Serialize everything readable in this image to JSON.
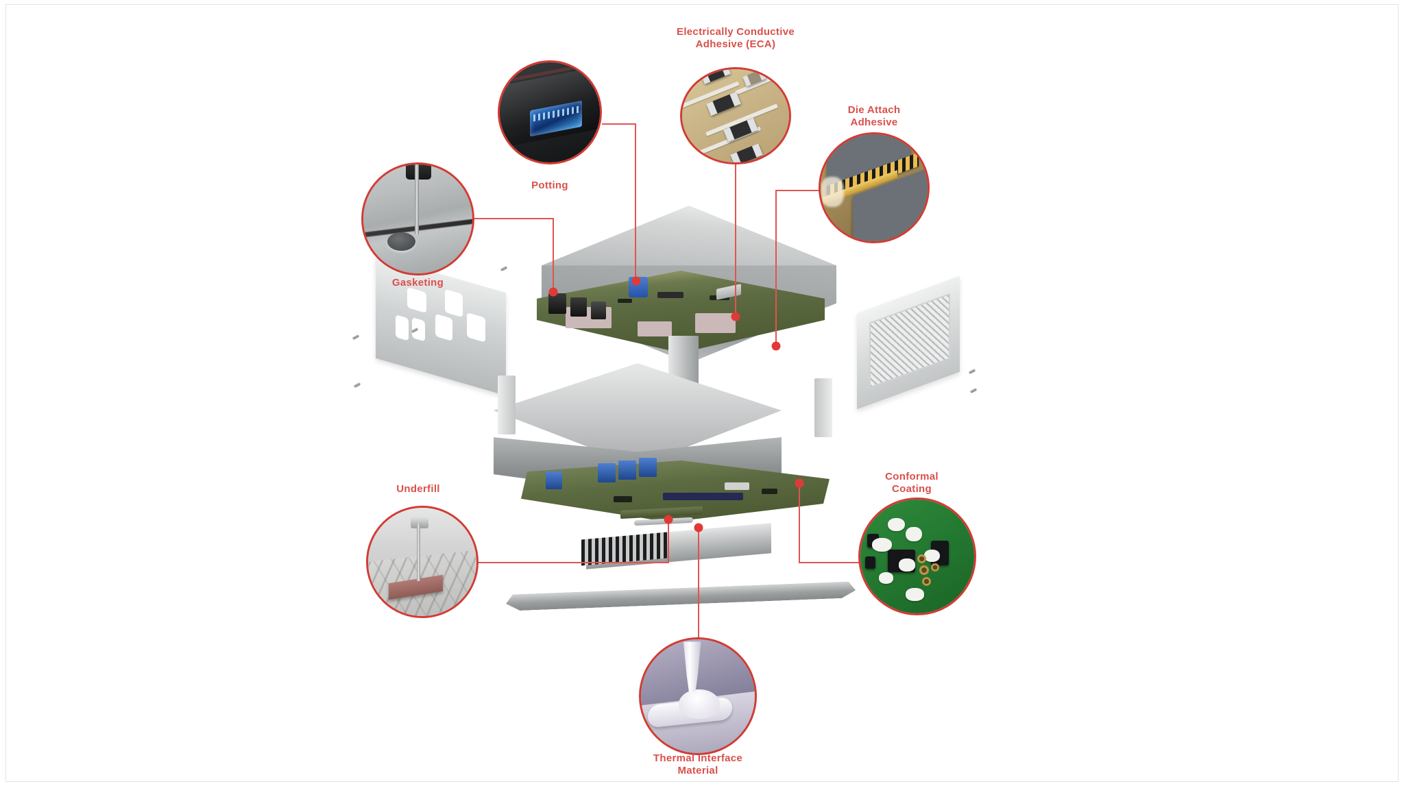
{
  "diagram": {
    "title": "Exploded electronics assembly with adhesive and material application callouts",
    "accent_red": "#d23b34",
    "label_red": "#d9504a",
    "leader_red": "#e0544f",
    "background": "#ffffff"
  },
  "callouts": [
    {
      "id": "gasketing",
      "label": "Gasketing",
      "artwork": "needle-dispensing-gasket-bead-on-metal-housing",
      "label_position": "below"
    },
    {
      "id": "potting",
      "label": "Potting",
      "artwork": "black-connector-housing-with-blue-potting-compound",
      "label_position": "below"
    },
    {
      "id": "eca",
      "label": "Electrically Conductive\nAdhesive (ECA)",
      "artwork": "smd-chip-components-on-tan-pcb",
      "label_position": "above"
    },
    {
      "id": "die-attach",
      "label": "Die Attach\nAdhesive",
      "artwork": "grey-silicon-die-on-gold-lead-frame",
      "label_position": "above"
    },
    {
      "id": "underfill",
      "label": "Underfill",
      "artwork": "needle-dispensing-underfill-under-flip-chip-die",
      "label_position": "above"
    },
    {
      "id": "conformal-coating",
      "label": "Conformal\nCoating",
      "artwork": "green-pcb-with-white-coated-solder-joints",
      "label_position": "above"
    },
    {
      "id": "thermal-interface-material",
      "label": "Thermal Interface\nMaterial",
      "artwork": "nozzle-dispensing-white-thermal-paste-bead",
      "label_position": "below"
    }
  ],
  "assembly": {
    "name": "exploded-electronic-control-unit",
    "parts": [
      {
        "id": "top-cover",
        "name": "Top cover / lid",
        "color": "#b3b6b7"
      },
      {
        "id": "gasket-plate",
        "name": "Gasketed bracket plate",
        "color": "#d0d3d3"
      },
      {
        "id": "upper-pcb",
        "name": "Upper printed circuit board",
        "color": "#5d6b42"
      },
      {
        "id": "chassis",
        "name": "Central chassis frame",
        "color": "#a9abac"
      },
      {
        "id": "vent-panel",
        "name": "Vented side panel",
        "color": "#dadcdc"
      },
      {
        "id": "lower-pcb",
        "name": "Lower printed circuit board",
        "color": "#5d6b42"
      },
      {
        "id": "heatsink",
        "name": "Finned heatsink",
        "color": "#b6b9ba"
      },
      {
        "id": "bottom-plate",
        "name": "Bottom cover plate",
        "color": "#9b9e9f"
      }
    ]
  }
}
